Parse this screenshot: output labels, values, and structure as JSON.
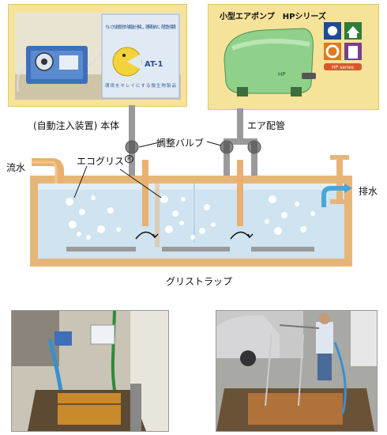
{
  "left_panel": {
    "device_name": "(自動注入装置) 本体",
    "box_text_line1": "ちいさな微生物が油脂を分解し、悪臭除去と、配管を保護",
    "box_text_line2": "環境をキレイにする微生物製品",
    "brand_label": "AT-1"
  },
  "right_panel": {
    "title": "小型エアポンプ　HPシリーズ",
    "series_badge": "HP series",
    "pump_label": "HP"
  },
  "diagram": {
    "valve_label": "調整バルブ",
    "air_pipe_label": "エア配管",
    "product_label": "エコグリス",
    "registered_mark": "R",
    "inflow_label": "流水",
    "outflow_label": "排水",
    "trap_label": "グリストラップ"
  },
  "colors": {
    "panel_bg": "#f6e39a",
    "water": "#cfe3f0",
    "tank_wall": "#e6b679",
    "pipe_gray": "#9a9a9a",
    "rod_orange": "#e9b071",
    "outflow_blue": "#4aa6d8"
  }
}
